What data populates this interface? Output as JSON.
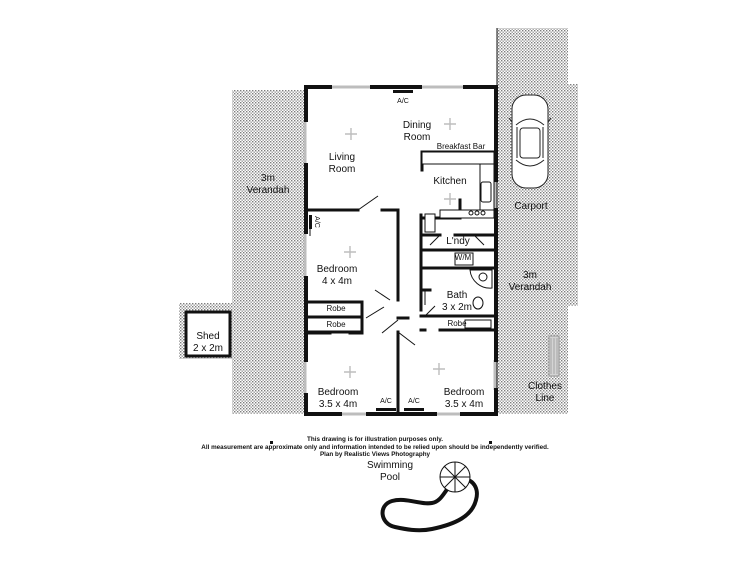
{
  "rooms": {
    "verandah_left": [
      "3m",
      "Verandah"
    ],
    "living": [
      "Living",
      "Room"
    ],
    "dining": [
      "Dining",
      "Room"
    ],
    "breakfast_bar": "Breakfast Bar",
    "kitchen": "Kitchen",
    "carport": "Carport",
    "laundry": "L'ndy",
    "wm": "W/M",
    "bedroom1": [
      "Bedroom",
      "4 x 4m"
    ],
    "bath": [
      "Bath",
      "3 x 2m"
    ],
    "verandah_right": [
      "3m",
      "Verandah"
    ],
    "shed": [
      "Shed",
      "2 x 2m"
    ],
    "robe_1": "Robe",
    "robe_2": "Robe",
    "robe_3": "Robe",
    "bedroom2": [
      "Bedroom",
      "3.5 x 4m"
    ],
    "bedroom3": [
      "Bedroom",
      "3.5 x 4m"
    ],
    "clothes_line": [
      "Clothes",
      "Line"
    ],
    "pool": [
      "Swimming",
      "Pool"
    ]
  },
  "ac_labels": {
    "dining": "A/C",
    "bed1": "A/C",
    "bed2": "A/C",
    "bed3": "A/C"
  },
  "disclaimer": [
    "This drawing is for illustration purposes only.",
    "All measurement are approximate only and information intended to be relied upon should be independently verified.",
    "Plan by Realistic Views Photography"
  ],
  "colors": {
    "wall": "#111111",
    "hatch": "#8a8a8a",
    "window": "#bdbdbd"
  }
}
